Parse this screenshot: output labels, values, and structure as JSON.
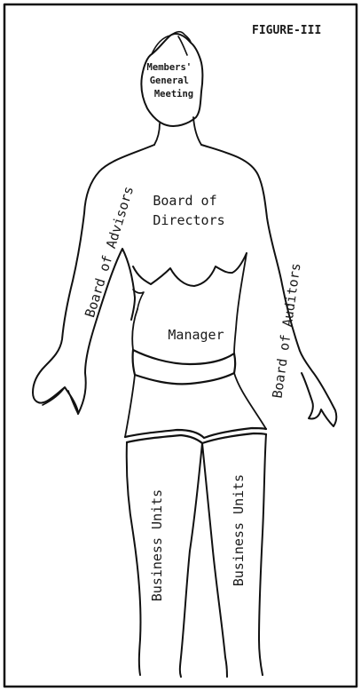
{
  "figure": {
    "title": "FIGURE-III",
    "parts": {
      "head": [
        "Members'",
        "General",
        "Meeting"
      ],
      "chest": [
        "Board of",
        "Directors"
      ],
      "right_arm": "Board of Advisors",
      "left_arm": "Board of Auditors",
      "abdomen": "Manager",
      "right_leg": "Business Units",
      "left_leg": "Business Units"
    }
  },
  "colors": {
    "ink": "#111111",
    "paper": "#ffffff"
  }
}
